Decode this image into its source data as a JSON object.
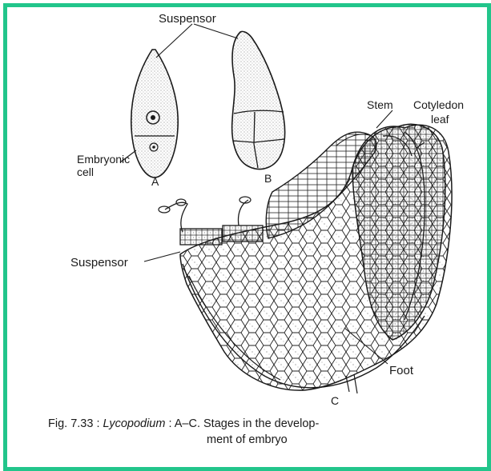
{
  "figure": {
    "labels": {
      "suspensor_top": "Suspensor",
      "embryonic_cell": "Embryonic\ncell",
      "stage_a": "A",
      "stage_b": "B",
      "stage_c": "C",
      "stem": "Stem",
      "cotyledon_leaf": "Cotyledon\nleaf",
      "suspensor_left": "Suspensor",
      "foot": "Foot"
    },
    "caption": {
      "prefix": "Fig. 7.33 : ",
      "genus": "Lycopodium",
      "line1_rest": " : A–C. Stages in the develop-",
      "line2": "ment of embryo"
    }
  },
  "colors": {
    "border": "#22c58b",
    "ink": "#1a1a1a",
    "stipple": "#7a7a7a"
  }
}
